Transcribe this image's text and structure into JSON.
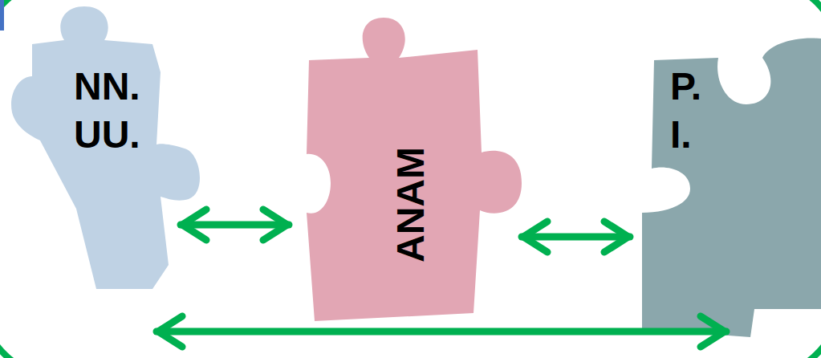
{
  "diagram": {
    "nodes": [
      {
        "text": [
          "NN. UU."
        ]
      },
      {
        "text": [
          "ANAM"
        ]
      },
      {
        "text": [
          "P. I."
        ]
      }
    ],
    "edges": [
      {
        "from": 0,
        "to": 1,
        "arrow": "both"
      },
      {
        "from": 1,
        "to": 2,
        "arrow": "both"
      },
      {
        "from": 0,
        "to": 2,
        "arrow": "both"
      }
    ]
  }
}
